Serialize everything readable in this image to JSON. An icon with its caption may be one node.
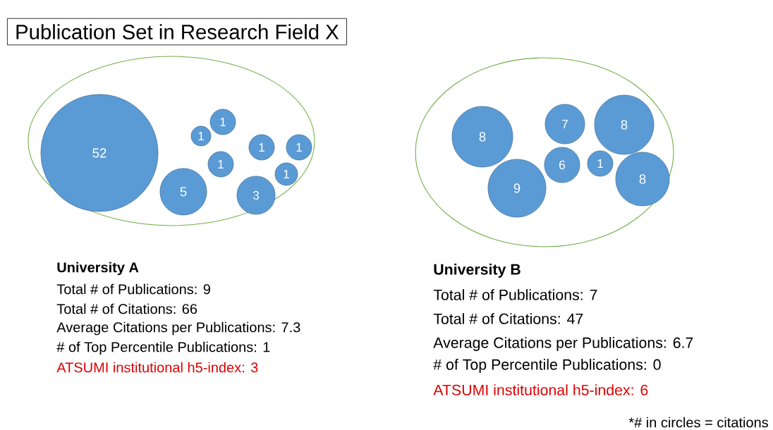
{
  "diagram": {
    "title": "Publication Set in Research Field X",
    "nodes": [
      {
        "text": [],
        "shape": "ellipse"
      },
      {
        "text": [
          "1"
        ],
        "in": 0
      },
      {
        "text": [
          "1"
        ],
        "in": 0
      },
      {
        "text": [
          "52"
        ],
        "in": 0
      },
      {
        "text": [
          "1"
        ],
        "in": 0
      },
      {
        "text": [
          "1"
        ],
        "in": 0
      },
      {
        "text": [
          "1"
        ],
        "in": 0
      },
      {
        "text": [
          "1"
        ],
        "in": 0
      },
      {
        "text": [
          "5"
        ],
        "in": 0
      },
      {
        "text": [
          "3"
        ],
        "in": 0
      },
      {
        "text": [],
        "shape": "ellipse"
      },
      {
        "text": [
          "7"
        ],
        "in": 10
      },
      {
        "text": [
          "8"
        ],
        "in": 10
      },
      {
        "text": [
          "8"
        ],
        "in": 10
      },
      {
        "text": [
          "6"
        ],
        "in": 10
      },
      {
        "text": [
          "1"
        ],
        "in": 10
      },
      {
        "text": [
          "8"
        ],
        "in": 10
      },
      {
        "text": [
          "9"
        ],
        "in": 10
      }
    ],
    "labels": [
      "University A",
      "Total # of Publications: 9",
      "Total # of Citations: 66",
      "Average Citations per Publications: 7.3",
      "# of Top Percentile Publications: 1",
      "ATSUMI institutional h5-index: 3",
      "University B",
      "Total # of Publications: 7",
      "Total # of Citations: 47",
      "Average Citations per Publications: 6.7",
      "# of Top Percentile Publications: 0",
      "ATSUMI institutional h5-index: 6",
      "*# in circles = citations"
    ]
  }
}
